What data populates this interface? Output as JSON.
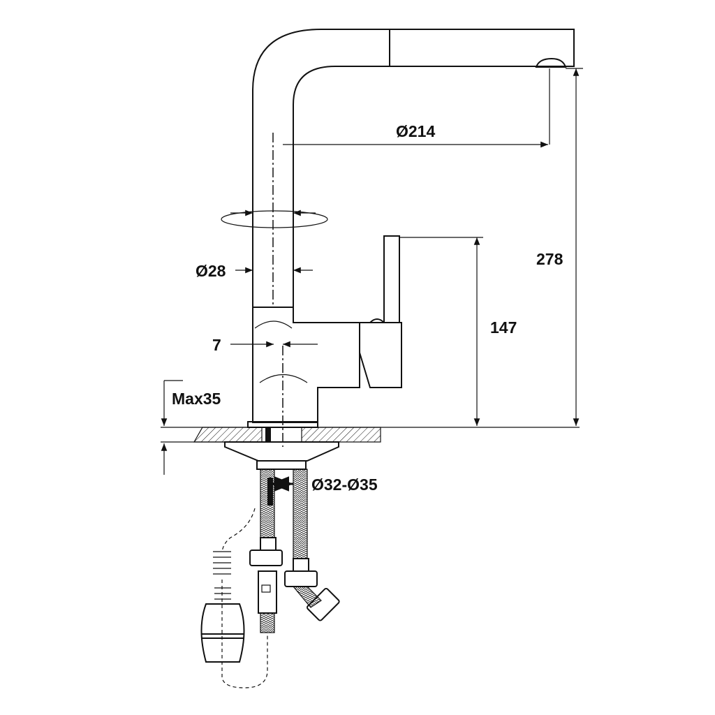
{
  "dimensions": {
    "spout_reach": "Ø214",
    "spout_diameter": "Ø28",
    "offset": "7",
    "countertop_max": "Max35",
    "hole_diameter": "Ø32-Ø35",
    "handle_height": "147",
    "total_height": "278"
  },
  "colors": {
    "line": "#111111",
    "background": "#ffffff"
  }
}
